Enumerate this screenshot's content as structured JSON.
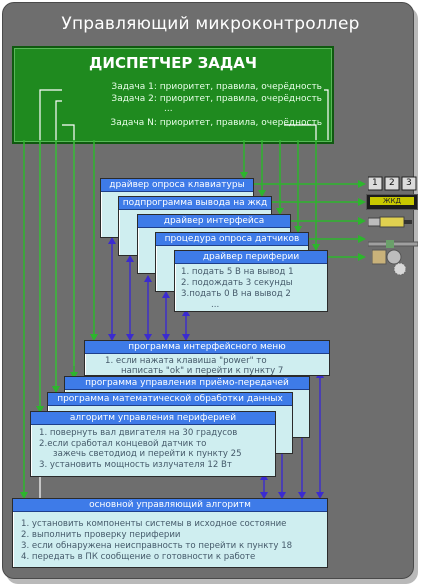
{
  "title": "Управляющий микроконтроллер",
  "dispatcher": {
    "title": "ДИСПЕТЧЕР ЗАДАЧ",
    "task1": "Задача 1: приоритет, правила, очерёдность",
    "task2": "Задача 2: приоритет, правила, очерёдность",
    "dots": "...",
    "taskN": "Задача N: приоритет, правила, очерёдность"
  },
  "drivers": [
    {
      "title": "драйвер опроса клавиатуры"
    },
    {
      "title": "подпрограмма вывода на жкд"
    },
    {
      "title": "драйвер интерфейса"
    },
    {
      "title": "процедура опроса датчиков"
    },
    {
      "title": "драйвер периферии",
      "lines": [
        "1. подать 5 В на вывод 1",
        "2. подождать 3 секунды",
        "3.подать 0 В на вывод 2",
        "..."
      ]
    }
  ],
  "programs": [
    {
      "title": "программа интерфейсного меню",
      "lines": [
        "1. если нажата клавиша \"power\" то",
        "написать \"ok\" и перейти к пункту 7"
      ]
    },
    {
      "title": "программа управления приёмо-передачей"
    },
    {
      "title": "программа математической обработки данных"
    },
    {
      "title": "алгоритм управления периферией",
      "lines": [
        "1. повернуть вал двигателя на 30 градусов",
        "2.если сработал концевой датчик то",
        "зажечь светодиод и перейти к пункту 25",
        "3. установить мощность излучателя 12 Вт"
      ]
    }
  ],
  "main_algorithm": {
    "title": "основной управляющий алгоритм",
    "lines": [
      "1. установить компоненты системы в исходное состояние",
      "2. выполнить проверку периферии",
      "3. если обнаружена неисправность то перейти к пункту 18",
      "4. передать в ПК сообщение о готовности к работе"
    ]
  },
  "peripherals": {
    "keypad_keys": [
      "1",
      "2",
      "3"
    ],
    "lcd_text": "ЖКД"
  },
  "colors": {
    "frame": "#6e6e6e",
    "dispatcher": "#1f8a1f",
    "header": "#3e7be8",
    "box": "#cfeef0",
    "arrow": "#3b2bd0",
    "link": "#ffffff"
  }
}
